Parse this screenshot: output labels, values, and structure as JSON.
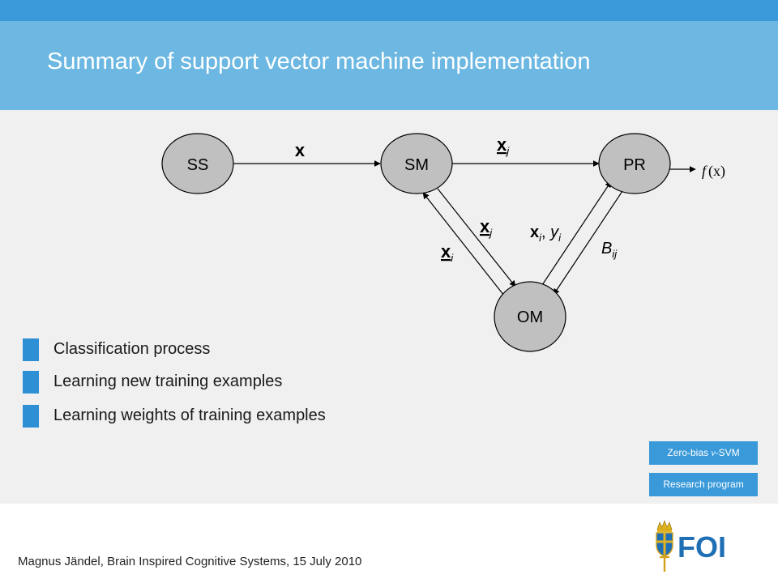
{
  "slide": {
    "title": "Summary of support vector machine implementation",
    "footer": "Magnus Jändel, Brain Inspired Cognitive Systems, 15 July 2010"
  },
  "diagram": {
    "nodes": {
      "ss": "SS",
      "sm": "SM",
      "pr": "PR",
      "om": "OM"
    },
    "output": {
      "f": "f",
      "arg": "(x)"
    },
    "edges": {
      "ss_sm": {
        "main": "x"
      },
      "sm_pr": {
        "main": "x",
        "sub": "j"
      },
      "sm_om": {
        "main": "x",
        "sub": "j"
      },
      "om_sm": {
        "main": "x",
        "sub": "i"
      },
      "om_pr": {
        "main1": "x",
        "sub1": "i",
        "sep": ", ",
        "main2": "y",
        "sub2": "i"
      },
      "pr_om": {
        "main": "B",
        "sub": "ij"
      }
    }
  },
  "legend": [
    {
      "label": "Classification process",
      "color": "#2f8fd5"
    },
    {
      "label": "Learning new training examples",
      "color": "#2f8fd5"
    },
    {
      "label": "Learning weights of training examples",
      "color": "#2f8fd5"
    }
  ],
  "tags": {
    "zero_bias_prefix": "Zero-bias ",
    "zero_bias_nu": "ν",
    "zero_bias_suffix": "-SVM",
    "research": "Research program"
  },
  "logo": {
    "text": "FOI"
  },
  "colors": {
    "accent": "#3a9ad9",
    "header": "#6cb8e2",
    "node": "#c0c0c0"
  }
}
